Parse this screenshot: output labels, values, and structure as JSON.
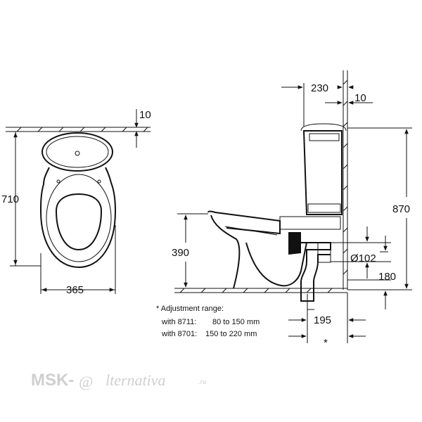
{
  "dimensions": {
    "top_gap": "10",
    "height_710": "710",
    "width_365": "365",
    "wall_230": "230",
    "wall_gap_10": "10",
    "height_870": "870",
    "height_390": "390",
    "diameter_102": "Ø102",
    "height_180": "180",
    "width_195": "195",
    "star": "*"
  },
  "notes": {
    "title": "* Adjustment range:",
    "line1_label": "with 8711:",
    "line1_value": "80 to 150 mm",
    "line2_label": "with 8701:",
    "line2_value": "150 to 220 mm"
  },
  "watermark": {
    "prefix": "MSK-",
    "at": "@",
    "rest": "lternativa",
    "suffix": ".ru"
  }
}
